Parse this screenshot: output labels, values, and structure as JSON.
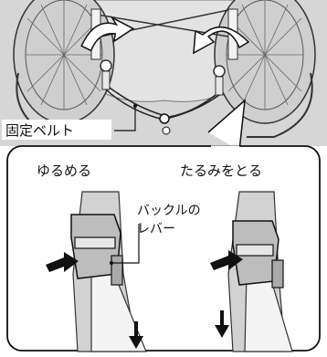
{
  "labels": {
    "belt": "固定ベルト",
    "loosen": "ゆるめる",
    "tighten": "たるみをとる",
    "buckle_line1": "バックルの",
    "buckle_line2": "レバー"
  },
  "colors": {
    "background": "#ffffff",
    "panel": "#d9d9d9",
    "panel_dark": "#c4c4c4",
    "line": "#111111",
    "arrow": "#111111"
  },
  "icons": [
    "wheel-icon",
    "curved-arrow-icon",
    "buckle-icon",
    "down-arrow-icon",
    "push-arrow-icon"
  ]
}
